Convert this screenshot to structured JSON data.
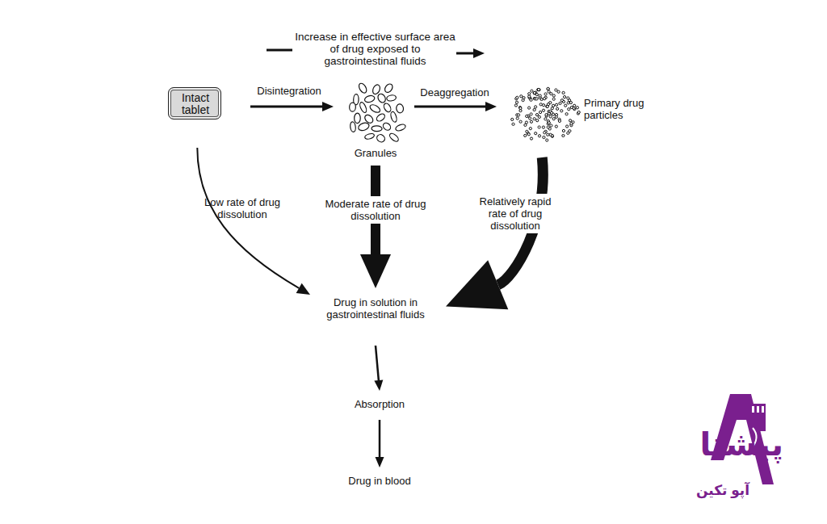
{
  "diagram": {
    "nodes": [
      {
        "text": [
          "Intact tablet"
        ]
      },
      {
        "text": [
          "Granules"
        ]
      },
      {
        "text": [
          "Primary drug particles"
        ]
      },
      {
        "text": [
          "Drug in solution in gastrointestinal fluids"
        ]
      },
      {
        "text": [
          "Absorption"
        ]
      },
      {
        "text": [
          "Drug in blood"
        ]
      }
    ],
    "edges": [
      {
        "from": 0,
        "to": 1,
        "label": "Disintegration",
        "arrow": "to"
      },
      {
        "from": 1,
        "to": 2,
        "label": "Deaggregation",
        "arrow": "to"
      },
      {
        "from": 0,
        "to": 3,
        "label": "Low rate of drug dissolution",
        "arrow": "to"
      },
      {
        "from": 1,
        "to": 3,
        "label": "Moderate rate of drug dissolution",
        "arrow": "to"
      },
      {
        "from": 2,
        "to": 3,
        "label": "Relatively rapid rate of drug dissolution",
        "arrow": "to"
      },
      {
        "from": 3,
        "to": 4,
        "arrow": "to"
      },
      {
        "from": 4,
        "to": 5,
        "arrow": "to"
      }
    ],
    "labels": [
      "Increase in effective surface area of drug exposed to gastrointestinal fluids",
      "پیشتا",
      "آپو تکین"
    ]
  }
}
